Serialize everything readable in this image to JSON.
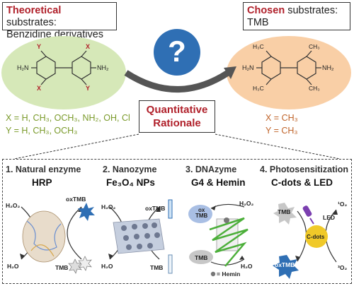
{
  "theoretical": {
    "word": "Theoretical",
    "rest": " substrates:",
    "line2": "Benzidine derivatives"
  },
  "chosen": {
    "word": "Chosen",
    "rest": " substrates:",
    "line2": "TMB"
  },
  "left_mol": {
    "y": "Y",
    "x": "X",
    "amine": "H₂N",
    "amine2": "NH₂"
  },
  "right_mol": {
    "me": "H₃C",
    "me2": "CH₃",
    "amine": "H₂N",
    "amine2": "NH₂"
  },
  "left_subs": {
    "x": "X = H, CH₃, OCH₃, NH₂, OH, Cl",
    "y": "Y = H, CH₃, OCH₃"
  },
  "right_subs": {
    "x": "X = CH₃",
    "y": "Y = CH₃"
  },
  "center": {
    "symbol": "?",
    "line1": "Quantitative",
    "line2": "Rationale"
  },
  "panels": [
    {
      "title": "1. Natural enzyme",
      "sub": "HRP",
      "tl": "H₂O₂",
      "tr": "oxTMB",
      "bl": "H₂O",
      "br": "TMB"
    },
    {
      "title": "2. Nanozyme",
      "sub": "Fe₃O₄ NPs",
      "tl": "H₂O₂",
      "tr": "oxTMB",
      "bl": "H₂O",
      "br": "TMB"
    },
    {
      "title": "3. DNAzyme",
      "sub": "G4 & Hemin",
      "tl": "ox\nTMB",
      "tr": "H₂O₂",
      "bl": "TMB",
      "br": "H₂O",
      "legend": "= Hemin"
    },
    {
      "title": "4. Photosensitization",
      "sub": "C-dots & LED",
      "tl": "TMB",
      "tr": "¹O₂",
      "bl": "oxTMB",
      "br": "³O₂",
      "led": "LED",
      "cdots": "C-dots"
    }
  ],
  "colors": {
    "accent": "#b0202a",
    "green": "#d6e8b8",
    "orange": "#f9cfa6",
    "blue": "#2f6fb4"
  }
}
